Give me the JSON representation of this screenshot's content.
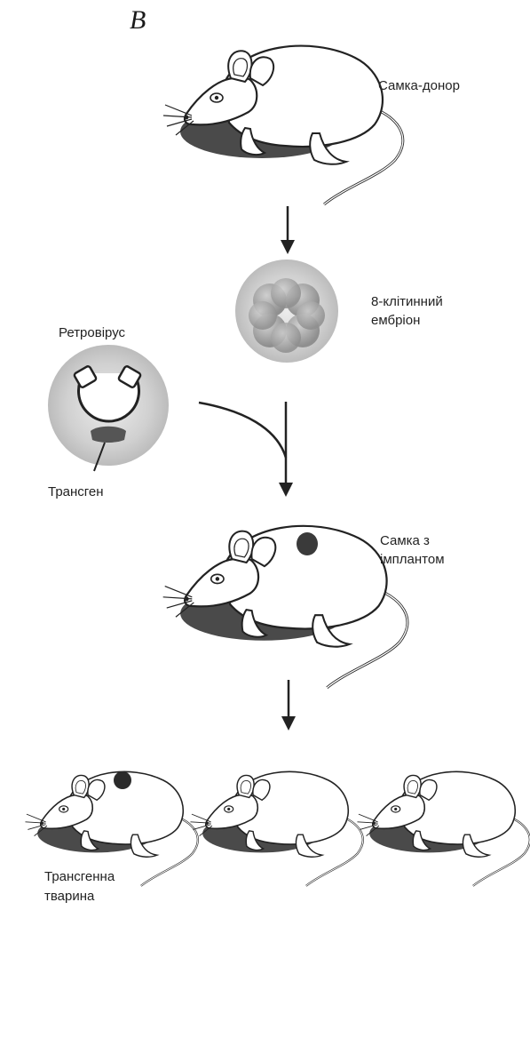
{
  "panel_letter": "B",
  "labels": {
    "donor_female": "Самка-донор",
    "embryo_line1": "8-клітинний",
    "embryo_line2": "ембріон",
    "retrovirus": "Ретровірус",
    "transgene": "Трансген",
    "implant_line1": "Самка з",
    "implant_line2": "імплантом",
    "transgenic_line1": "Трансгенна",
    "transgenic_line2": "тварина"
  },
  "colors": {
    "ink": "#222222",
    "shadow": "#4a4a4a",
    "embryo": "#a9a9a9",
    "embryo_halo": "#d6d6d6",
    "virus_halo": "#bdbdbd",
    "transgene_mark": "#555555",
    "implant_mark": "#3a3a3a"
  },
  "icons": [
    "mouse-icon",
    "embryo-icon",
    "retrovirus-icon",
    "arrow-down-icon"
  ]
}
